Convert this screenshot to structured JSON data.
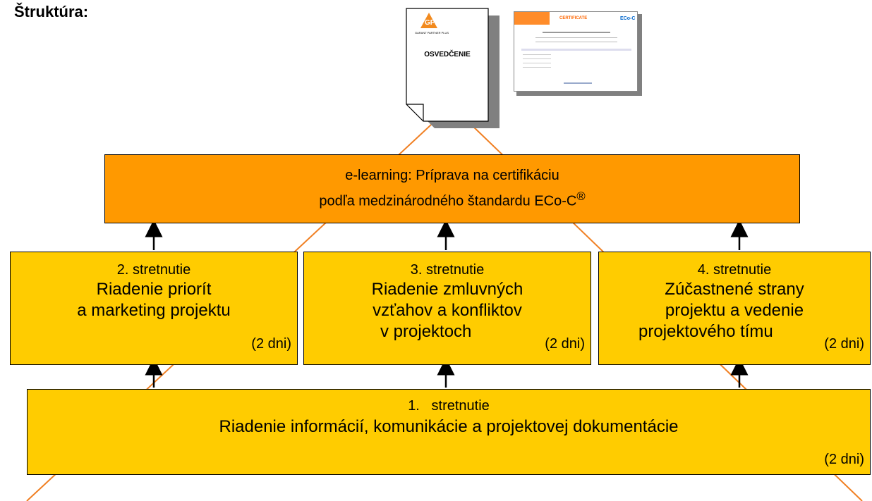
{
  "heading": "Štruktúra:",
  "document": {
    "label": "OSVEDČENIE",
    "logo": "GPP",
    "logo_sub": "GARANT PARTNER PLUS"
  },
  "certificate": {
    "title": "CERTIFICATE",
    "logo": "ECo-C"
  },
  "top_box": {
    "line1": "e-learning: Príprava na certifikáciu",
    "line2": "podľa medzinárodného štandardu ECo-C",
    "sup": "®"
  },
  "meetings": [
    {
      "number": "2. stretnutie",
      "lines": [
        "Riadenie priorít",
        "a marketing projektu"
      ],
      "days": "(2 dni)"
    },
    {
      "number": "3. stretnutie",
      "lines": [
        "Riadenie zmluvných",
        "vzťahov a konfliktov",
        "v projektoch"
      ],
      "days": "(2 dni)"
    },
    {
      "number": "4. stretnutie",
      "lines": [
        "Zúčastnené strany",
        "projektu a vedenie",
        "projektového tímu"
      ],
      "days": "(2 dni)"
    }
  ],
  "base": {
    "number": "1.   stretnutie",
    "title": "Riadenie informácií, komunikácie a projektovej dokumentácie",
    "days": "(2 dni)"
  },
  "colors": {
    "orange": "#ff9900",
    "yellow": "#ffcc00",
    "line": "#f07f22"
  }
}
